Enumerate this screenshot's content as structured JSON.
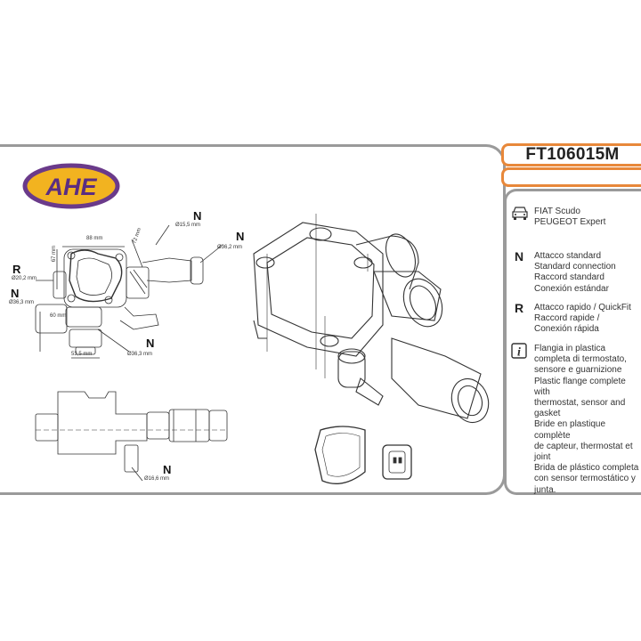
{
  "brand": {
    "logo_text": "AHE"
  },
  "product": {
    "code": "FT106015M"
  },
  "vehicles": [
    "FIAT Scudo",
    "PEUGEOT Expert"
  ],
  "legend": {
    "n": {
      "mark": "N",
      "lines": [
        "Attacco standard",
        "Standard connection",
        "Raccord standard",
        "Conexión estándar"
      ]
    },
    "r": {
      "mark": "R",
      "lines": [
        "Attacco rapido / QuickFit",
        "Raccord rapide /",
        "Conexión rápida"
      ]
    },
    "info": {
      "lines": [
        "Flangia in plastica",
        "completa di termostato,",
        "sensore e guarnizione",
        "Plastic flange complete with",
        "thermostat, sensor and",
        "gasket",
        "Bride en plastique complète",
        "de capteur, thermostat et",
        "joint",
        "Brida de plástico completa",
        "con sensor termostático y",
        "junta."
      ]
    }
  },
  "dimensions": {
    "d1": "88 mm",
    "d2": "72 mm",
    "d3": "67 mm",
    "d4": "Ø15,5 mm",
    "d5": "Ø36,2 mm",
    "d6": "Ø20,2 mm",
    "d7": "Ø36,3 mm",
    "d8": "60 mm",
    "d9": "53,5 mm",
    "d10": "Ø36,3 mm",
    "d11": "Ø16,6 mm"
  },
  "connection_labels": {
    "n1": "N",
    "n2": "N",
    "r1": "R",
    "n3": "N",
    "n4": "N",
    "n5": "N"
  }
}
